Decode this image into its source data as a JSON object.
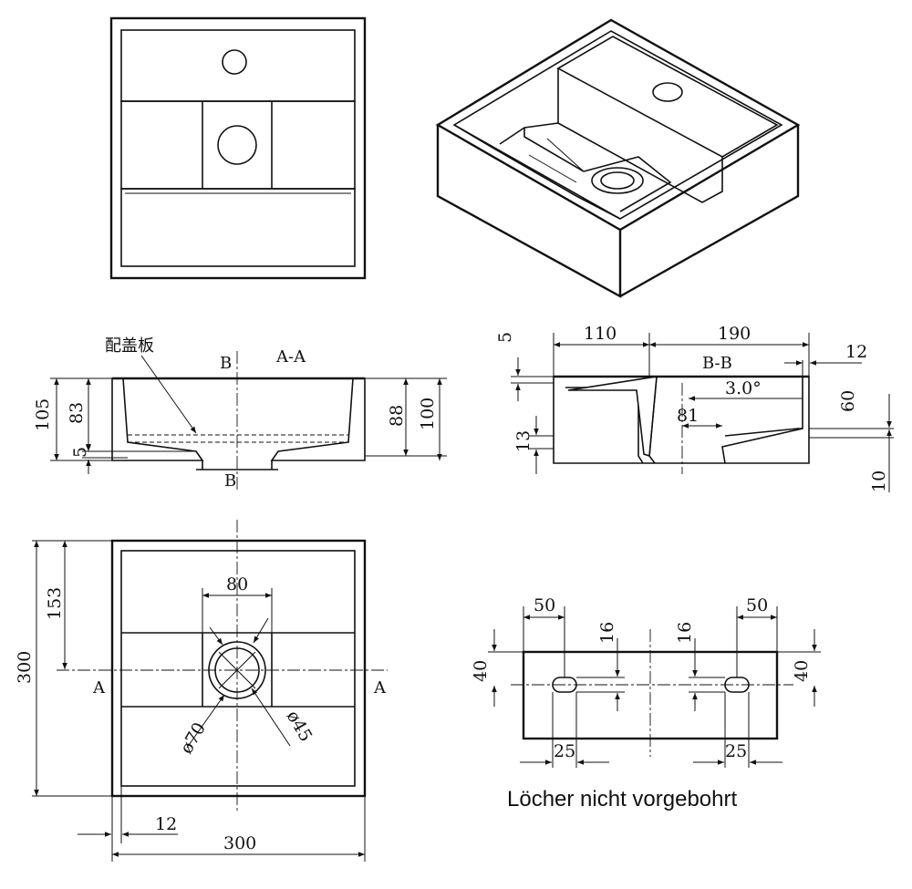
{
  "colors": {
    "line": "#111111",
    "background": "#ffffff"
  },
  "top_view": {
    "label": "top-view-basin"
  },
  "iso_view": {
    "label": "isometric-view-basin"
  },
  "section_aa": {
    "title": "A-A",
    "cover_label": "配盖板",
    "cut_top": "B",
    "cut_bottom": "B",
    "dims": {
      "height_total": "105",
      "height_inner": "83",
      "thickness": "5",
      "rim_88": "88",
      "rim_100": "100"
    }
  },
  "section_bb": {
    "title": "B-B",
    "dims": {
      "top_5": "5",
      "w_110": "110",
      "w_190": "190",
      "d_12": "12",
      "angle": "3.0°",
      "d_81": "81",
      "h_60": "60",
      "h_13": "13",
      "h_10": "10"
    }
  },
  "plan_view": {
    "cut_left": "A",
    "cut_right": "A",
    "dims": {
      "d_80": "80",
      "d_153": "153",
      "d_300_v": "300",
      "d_300_h": "300",
      "d_12": "12",
      "dia_70": "ø70",
      "dia_45": "ø45"
    }
  },
  "back_view": {
    "dims": {
      "w_50_left": "50",
      "w_50_right": "50",
      "h_16_left": "16",
      "h_16_right": "16",
      "h_40_left": "40",
      "h_40_right": "40",
      "w_25_left": "25",
      "w_25_right": "25"
    },
    "note": "Löcher nicht vorgebohrt"
  }
}
